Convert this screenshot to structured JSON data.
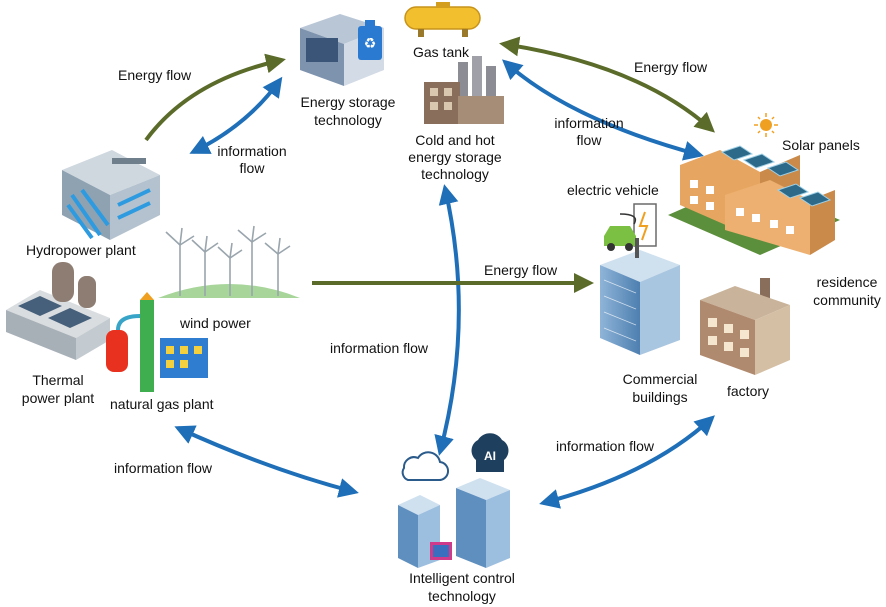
{
  "labels": {
    "gas_tank": "Gas tank",
    "energy_storage_l1": "Energy storage",
    "energy_storage_l2": "technology",
    "cold_hot_l1": "Cold and hot",
    "cold_hot_l2": "energy storage",
    "cold_hot_l3": "technology",
    "hydropower": "Hydropower plant",
    "wind_power": "wind power",
    "thermal_l1": "Thermal",
    "thermal_l2": "power plant",
    "natural_gas": "natural gas plant",
    "solar_panels": "Solar panels",
    "electric_vehicle": "electric vehicle",
    "residence_l1": "residence",
    "residence_l2": "community",
    "commercial_l1": "Commercial",
    "commercial_l2": "buildings",
    "factory": "factory",
    "intelligent_l1": "Intelligent control",
    "intelligent_l2": "technology",
    "ai_badge": "AI"
  },
  "flows": {
    "energy_flow_left": "Energy flow",
    "energy_flow_right": "Energy flow",
    "energy_flow_center": "Energy flow",
    "info_flow_top_left_l1": "information",
    "info_flow_top_left_l2": "flow",
    "info_flow_top_center_l1": "information",
    "info_flow_top_center_l2": "flow",
    "info_flow_center": "information flow",
    "info_flow_bottom_left": "information flow",
    "info_flow_bottom_right": "information flow"
  },
  "colors": {
    "energy_arrow": "#5a6b2a",
    "info_arrow": "#1e6fb8"
  }
}
